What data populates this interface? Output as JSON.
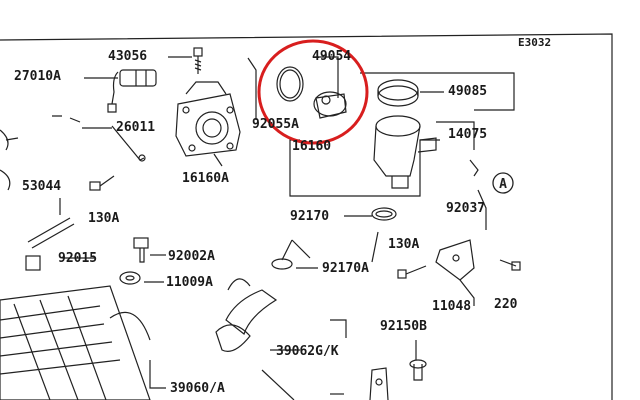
{
  "diagram": {
    "page_code": "E3032",
    "reference_marker": "A",
    "highlight_color": "#d81e1e",
    "parts": {
      "p43056": "43056",
      "p49054": "49054",
      "p27010A": "27010A",
      "p49085": "49085",
      "p26011": "26011",
      "p92055A": "92055A",
      "p14075": "14075",
      "p16160": "16160",
      "p16160A": "16160A",
      "p53044": "53044",
      "p130A_left": "130A",
      "p92037": "92037",
      "p92170": "92170",
      "p130A_right": "130A",
      "p92015": "92015",
      "p92002A": "92002A",
      "p92170A": "92170A",
      "p11009A": "11009A",
      "p220": "220",
      "p11048": "11048",
      "p92150B": "92150B",
      "p39062": "39062G/K",
      "p39060": "39060/A"
    }
  }
}
